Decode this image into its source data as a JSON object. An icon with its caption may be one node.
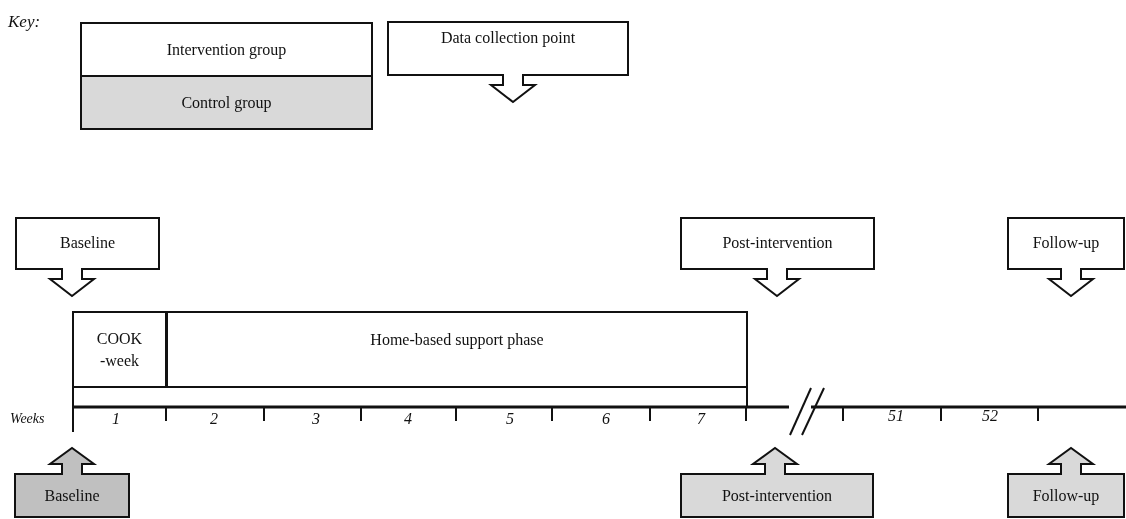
{
  "diagram": {
    "nodes": [
      {
        "text": [
          "Baseline"
        ]
      },
      {
        "text": [
          "Post-intervention"
        ]
      },
      {
        "text": [
          "Follow-up"
        ]
      },
      {
        "text": [
          "COOK -week"
        ]
      },
      {
        "text": [
          "Home-based support phase"
        ]
      },
      {
        "text": [
          "Baseline"
        ]
      },
      {
        "text": [
          "Post-intervention"
        ]
      },
      {
        "text": [
          "Follow-up"
        ]
      }
    ],
    "labels": [
      "Key:",
      "Weeks",
      "1",
      "2",
      "3",
      "4",
      "5",
      "6",
      "7",
      "51",
      "52"
    ],
    "legend": [
      {
        "text": "Intervention group",
        "color": "#ffffff"
      },
      {
        "text": "Control group",
        "color": "#d9d9d9"
      },
      {
        "text": "Data collection point"
      }
    ]
  }
}
